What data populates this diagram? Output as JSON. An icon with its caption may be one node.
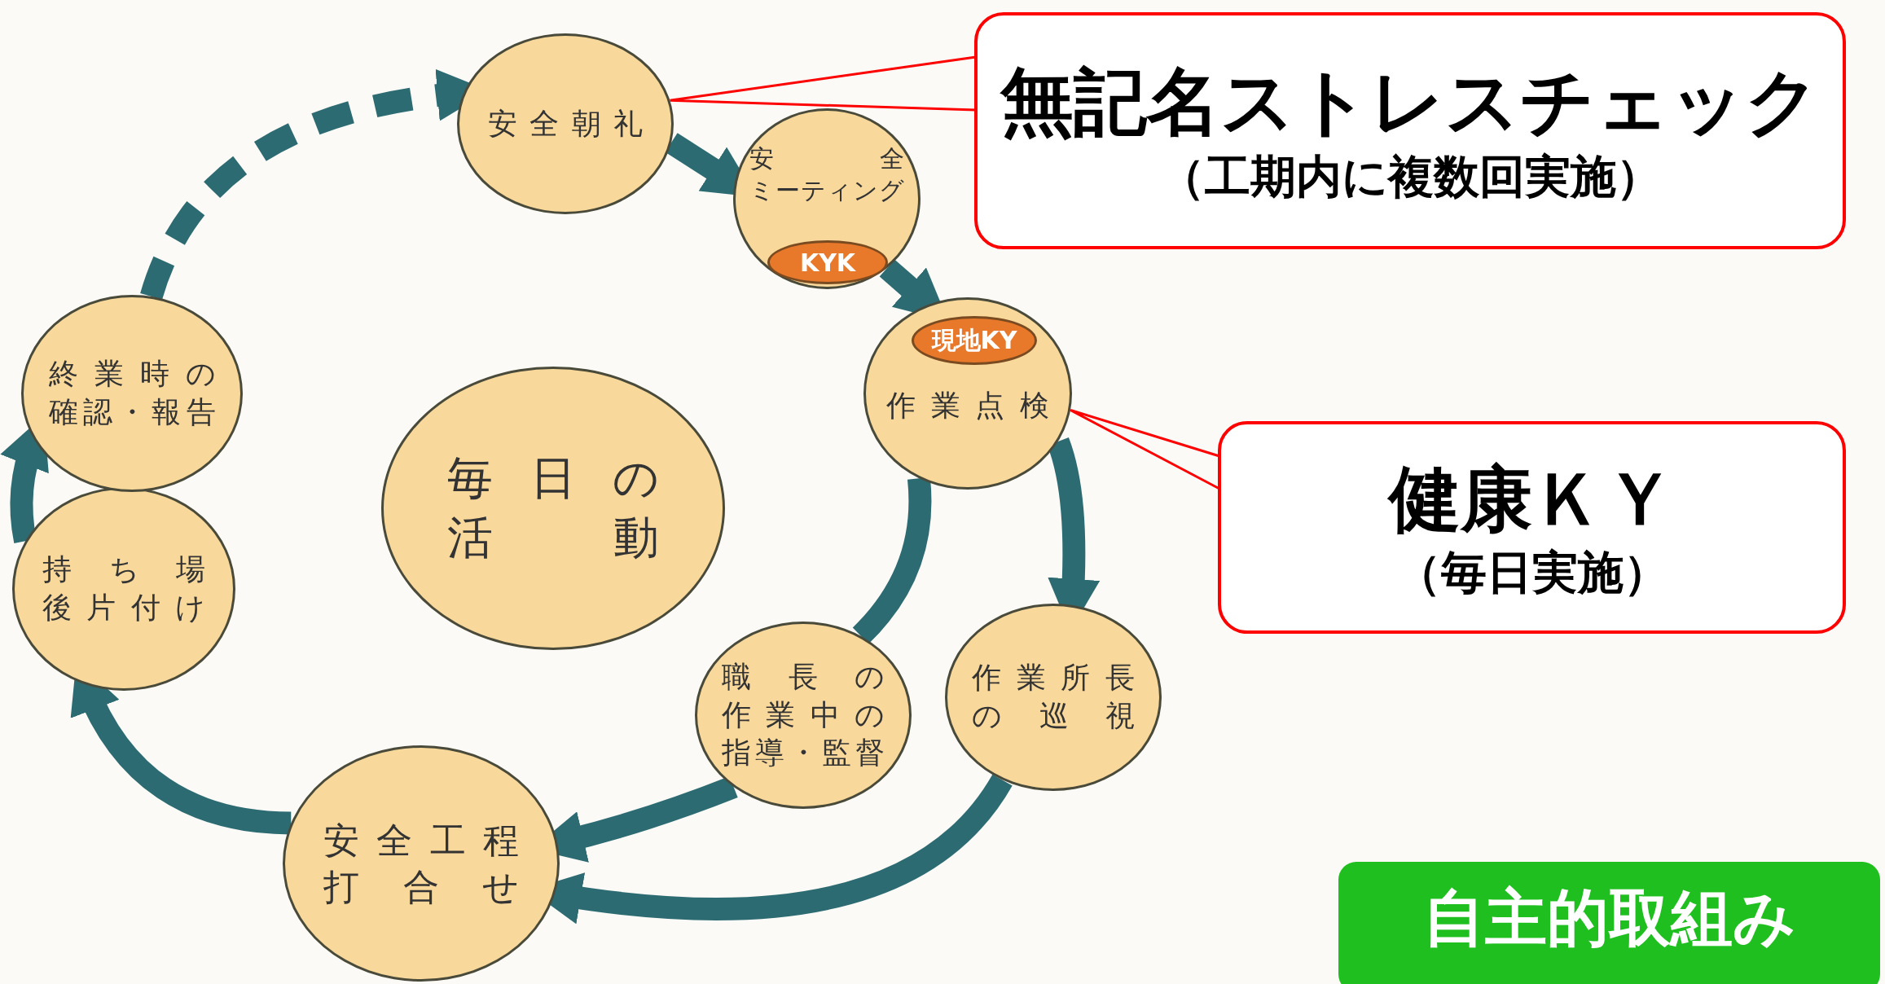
{
  "diagram": {
    "nodes": [
      {
        "text": [
          "安全朝礼"
        ]
      },
      {
        "text": [
          "安全ミーティング"
        ]
      },
      {
        "text": [
          "KYK"
        ],
        "in": 1
      },
      {
        "text": [
          "作業点検"
        ]
      },
      {
        "text": [
          "現地KY"
        ],
        "in": 3
      },
      {
        "text": [
          "作業所長の巡視"
        ]
      },
      {
        "text": [
          "職長の作業中の指導・監督"
        ]
      },
      {
        "text": [
          "安全工程打合せ"
        ]
      },
      {
        "text": [
          "持ち場後片付け"
        ]
      },
      {
        "text": [
          "終業時の確認・報告"
        ]
      },
      {
        "text": [
          "毎日の活動"
        ]
      },
      {
        "text": [
          "無記名ストレスチェック",
          "（工期内に複数回実施）"
        ]
      },
      {
        "text": [
          "健康ＫＹ",
          "（毎日実施）"
        ]
      },
      {
        "text": [
          "自主的取組み"
        ]
      }
    ],
    "edges": [
      {
        "from": 9,
        "to": 0,
        "arrow": "to",
        "style": "dashed"
      },
      {
        "from": 0,
        "to": 1,
        "arrow": "to"
      },
      {
        "from": 1,
        "to": 3,
        "arrow": "to"
      },
      {
        "from": 3,
        "to": 5,
        "arrow": "to"
      },
      {
        "from": 3,
        "to": 6,
        "arrow": "none"
      },
      {
        "from": 6,
        "to": 7,
        "arrow": "to"
      },
      {
        "from": 5,
        "to": 7,
        "arrow": "to"
      },
      {
        "from": 7,
        "to": 8,
        "arrow": "to"
      },
      {
        "from": 8,
        "to": 9,
        "arrow": "to"
      },
      {
        "from": 11,
        "to": 0,
        "arrow": "none",
        "color": "#ff0000"
      },
      {
        "from": 12,
        "to": 3,
        "arrow": "none",
        "color": "#ff0000"
      }
    ]
  }
}
